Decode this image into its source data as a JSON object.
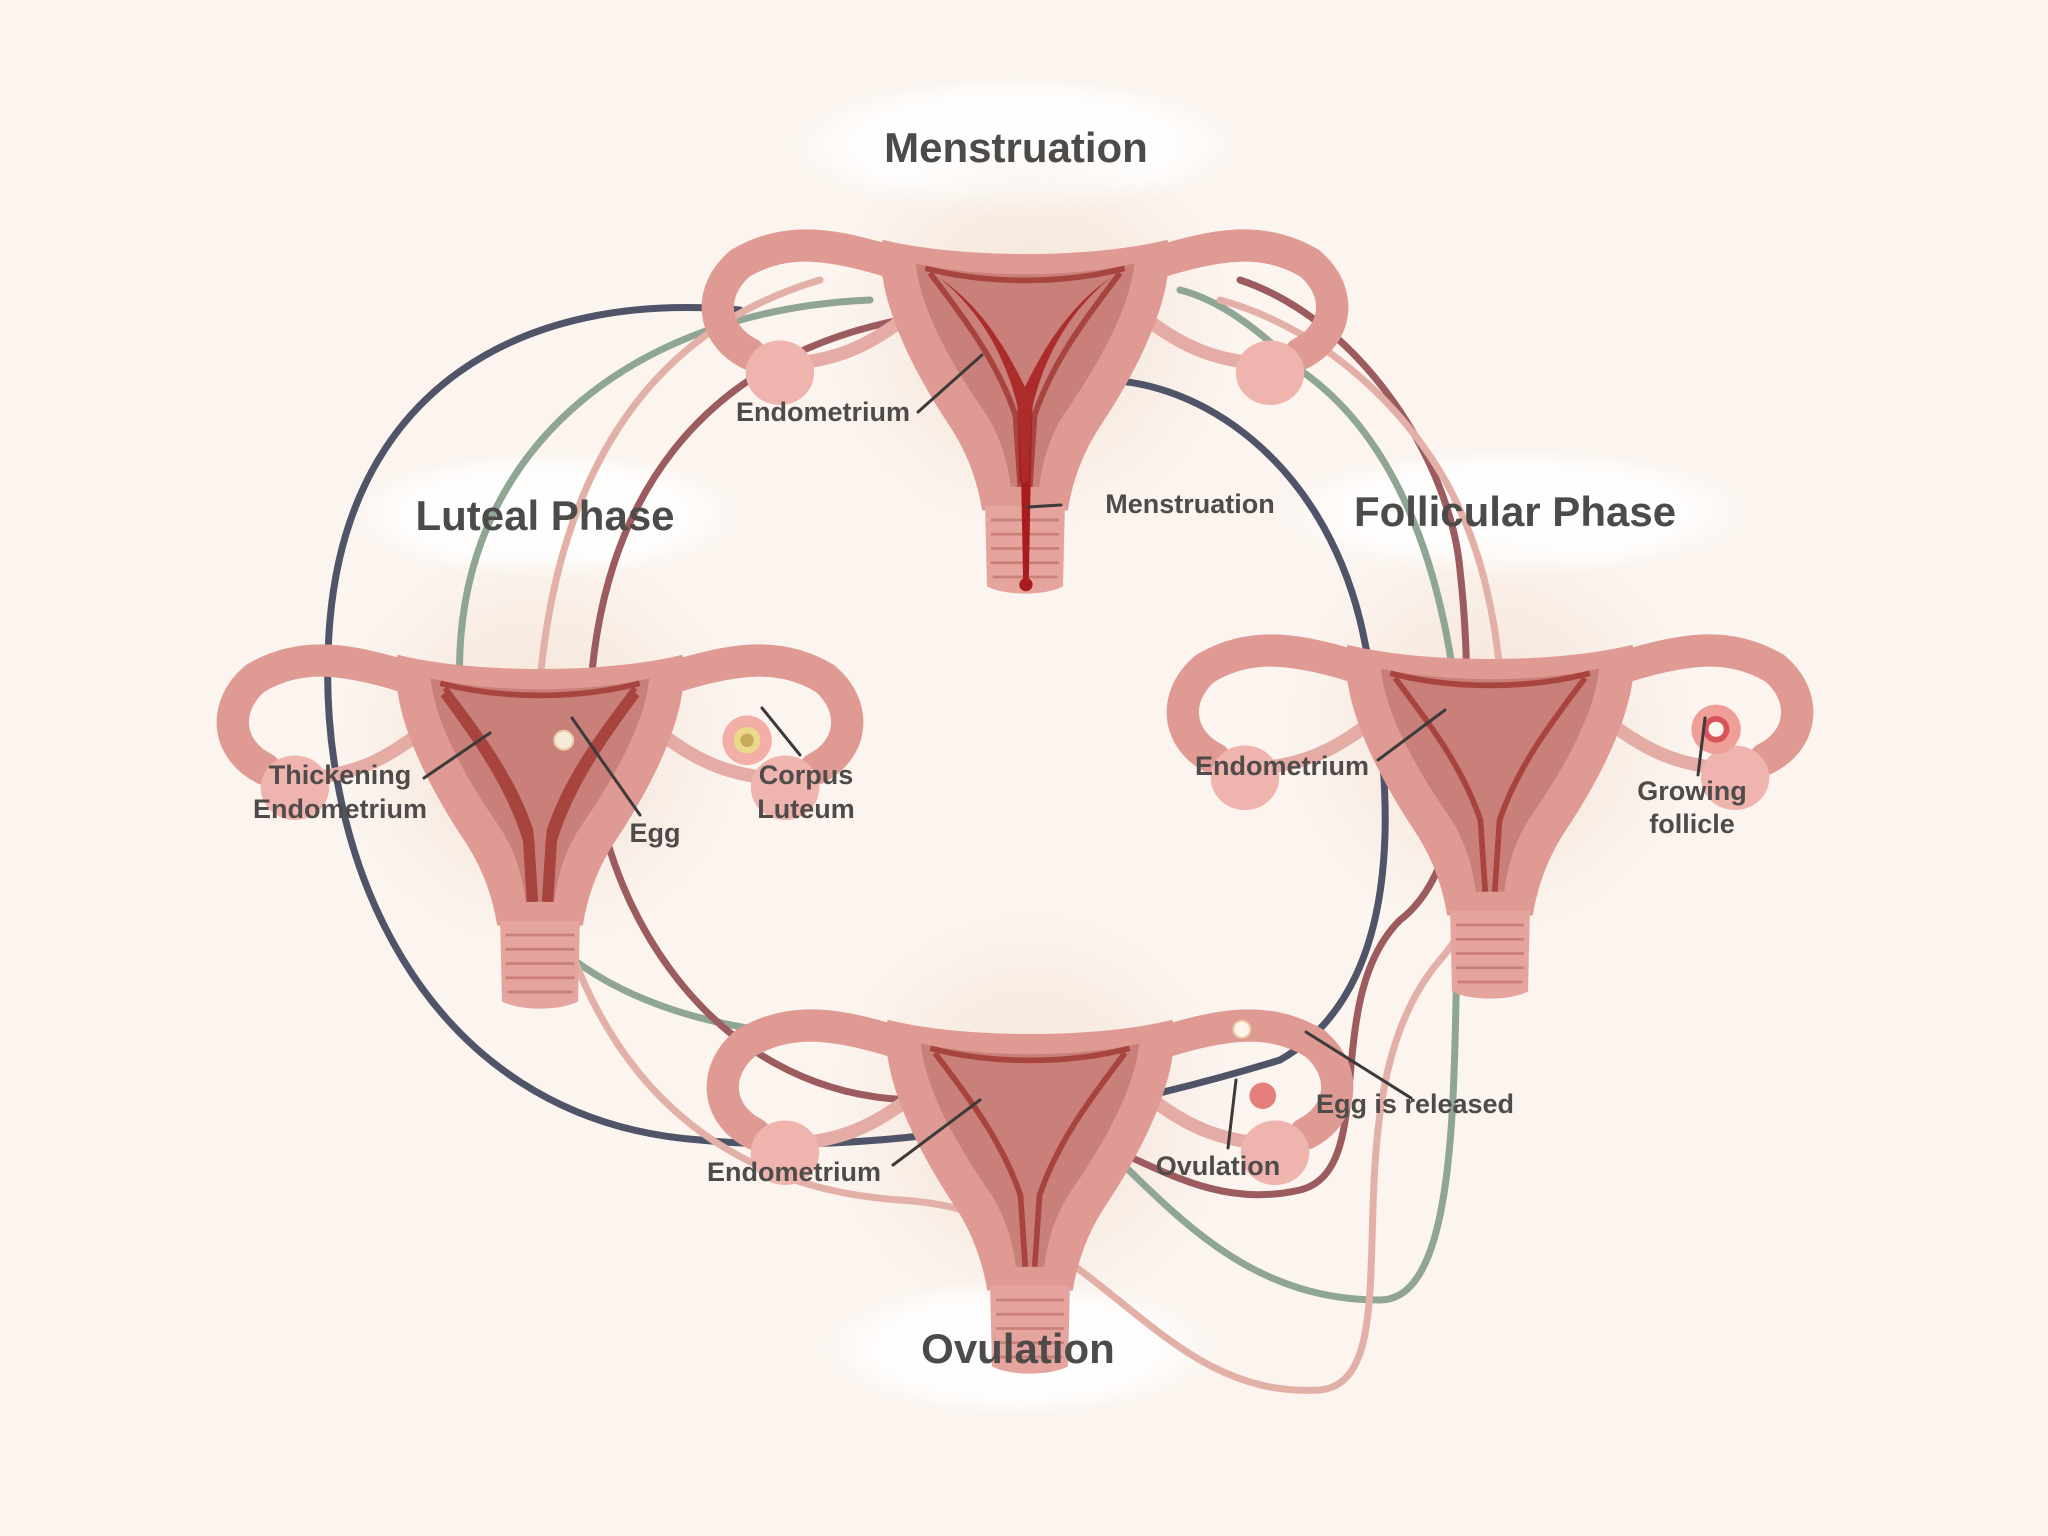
{
  "phases": {
    "menstruation": "Menstruation",
    "follicular": "Follicular Phase",
    "ovulation": "Ovulation",
    "luteal": "Luteal Phase"
  },
  "callouts": {
    "menstruation_endometrium": "Endometrium",
    "menstruation_flow": "Menstruation",
    "follicular_endometrium": "Endometrium",
    "growing_follicle_line1": "Growing",
    "growing_follicle_line2": "follicle",
    "ovulation_endometrium": "Endometrium",
    "ovulation_label": "Ovulation",
    "egg_released": "Egg is released",
    "thickening_line1": "Thickening",
    "thickening_line2": "Endometrium",
    "egg": "Egg",
    "corpus_line1": "Corpus",
    "corpus_line2": "Luteum"
  },
  "colors": {
    "background": "#fbf4ef",
    "uterus_outer": "#df9a93",
    "uterus_inner": "#c9746f",
    "uterus_dark": "#a8443f",
    "blood": "#a71d1e",
    "ovary": "#f0b4ae",
    "cycle_navy": "#4f5468",
    "cycle_green": "#8fa694",
    "cycle_maroon": "#9b5b5f",
    "cycle_pink": "#e3b0a8"
  },
  "icons": [
    "uterus-illustration",
    "ovary-icon",
    "egg-icon",
    "follicle-icon",
    "corpus-luteum-icon"
  ]
}
